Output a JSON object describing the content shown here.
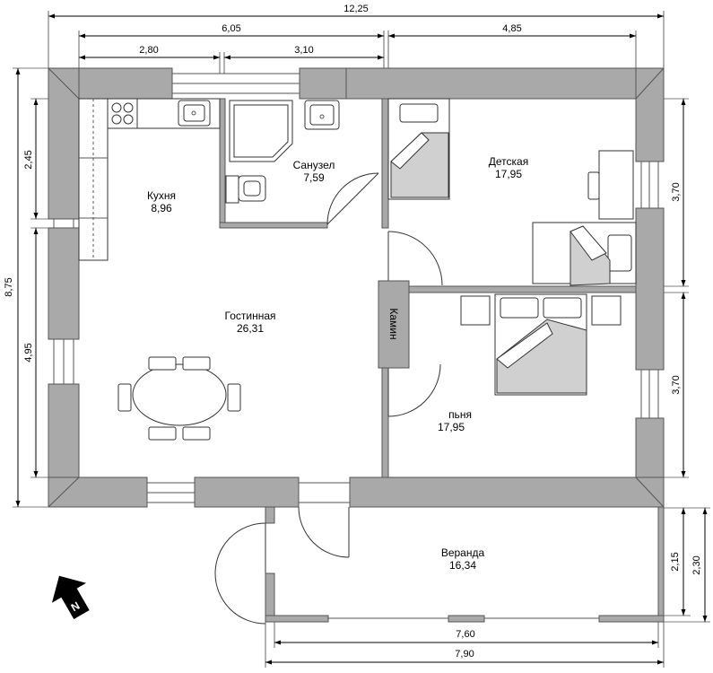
{
  "dimensions": {
    "total_width": "12,25",
    "left_part": "6,05",
    "right_part": "4,85",
    "kitchen_width": "2,80",
    "bath_width": "3,10",
    "total_height": "8,75",
    "left_upper": "2,45",
    "left_lower": "4,95",
    "right_upper": "3,70",
    "right_lower": "3,70",
    "veranda_height_inner": "2,15",
    "veranda_height_outer": "2,30",
    "veranda_width_inner": "7,60",
    "veranda_width_outer": "7,90"
  },
  "rooms": {
    "kitchen": {
      "name": "Кухня",
      "area": "8,96"
    },
    "bathroom": {
      "name": "Санузел",
      "area": "7,59"
    },
    "nursery": {
      "name": "Детская",
      "area": "17,95"
    },
    "living": {
      "name": "Гостинная",
      "area": "26,31"
    },
    "bedroom": {
      "name": "пьня",
      "area": "17,95"
    },
    "veranda": {
      "name": "Веранда",
      "area": "16,34"
    }
  },
  "fireplace": "Камин",
  "compass": "N"
}
